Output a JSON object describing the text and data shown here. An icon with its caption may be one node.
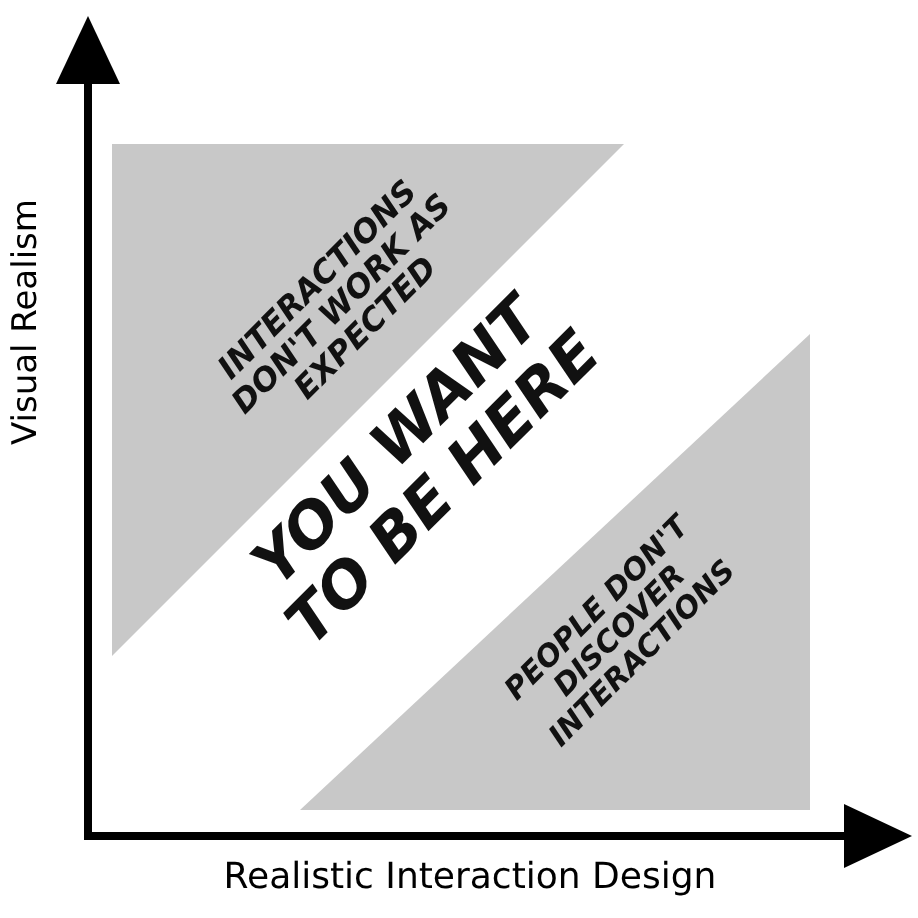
{
  "diagram": {
    "nodes": [
      {
        "text": [
          "INTERACTIONS DON'T WORK AS EXPECTED"
        ]
      },
      {
        "text": [
          "PEOPLE DON'T DISCOVER INTERACTIONS"
        ]
      }
    ],
    "labels": [
      "Visual Realism",
      "YOU WANT TO BE HERE",
      "Realistic Interaction Design"
    ]
  }
}
